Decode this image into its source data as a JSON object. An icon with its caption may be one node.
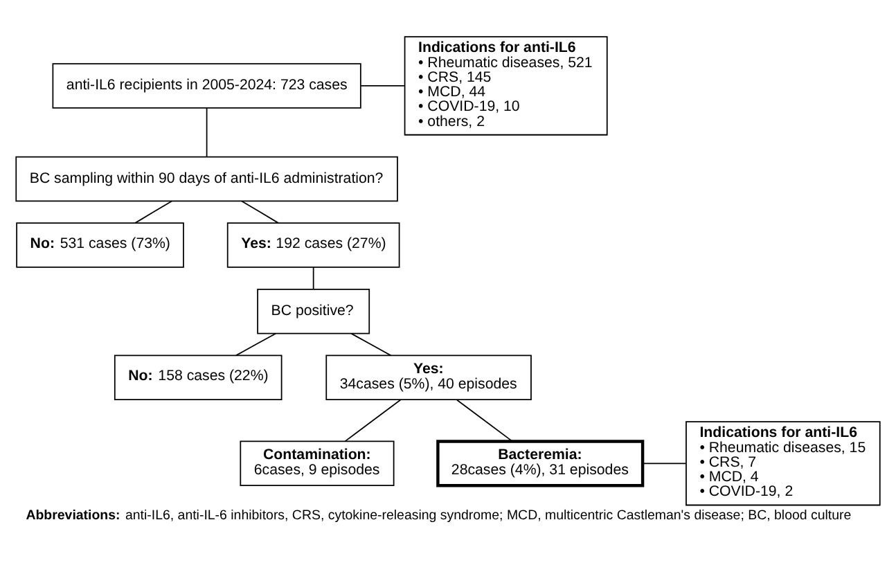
{
  "diagram": {
    "caption": "**Abbreviations:** anti-IL6, anti-IL-6 inhibitors, CRS, cytokine-releasing syndrome; MCD, multicentric Castleman's disease; BC, blood culture",
    "nodes": [
      {
        "text": [
          "anti-IL6 recipients in 2005-2024: 723 cases"
        ]
      },
      {
        "text": [
          "**Indications for anti-IL6**",
          "• Rheumatic diseases, 521",
          "• CRS, 145",
          "• MCD, 44",
          "• COVID-19, 10",
          "• others, 2"
        ]
      },
      {
        "text": [
          "BC sampling within 90 days of anti-IL6 administration?"
        ]
      },
      {
        "text": [
          "**No:** 531 cases (73%)"
        ]
      },
      {
        "text": [
          "**Yes:** 192 cases (27%)"
        ]
      },
      {
        "text": [
          "BC positive?"
        ]
      },
      {
        "text": [
          "**No:** 158 cases (22%)"
        ]
      },
      {
        "text": [
          "**Yes:** 34cases (5%), 40 episodes"
        ]
      },
      {
        "text": [
          "**Contamination:** 6cases, 9 episodes"
        ]
      },
      {
        "text": [
          "**Bacteremia:** 28cases (4%), 31 episodes"
        ]
      },
      {
        "text": [
          "**Indications for anti-IL6**",
          "• Rheumatic diseases, 15",
          "• CRS, 7",
          "• MCD, 4",
          "• COVID-19, 2"
        ]
      }
    ],
    "edges": [
      {
        "from": 0,
        "to": 1,
        "arrow": "none"
      },
      {
        "from": 0,
        "to": 2,
        "arrow": "none"
      },
      {
        "from": 2,
        "to": 3,
        "arrow": "none"
      },
      {
        "from": 2,
        "to": 4,
        "arrow": "none"
      },
      {
        "from": 4,
        "to": 5,
        "arrow": "none"
      },
      {
        "from": 5,
        "to": 6,
        "arrow": "none"
      },
      {
        "from": 5,
        "to": 7,
        "arrow": "none"
      },
      {
        "from": 7,
        "to": 8,
        "arrow": "none"
      },
      {
        "from": 7,
        "to": 9,
        "arrow": "none"
      },
      {
        "from": 9,
        "to": 10,
        "arrow": "none"
      }
    ]
  }
}
